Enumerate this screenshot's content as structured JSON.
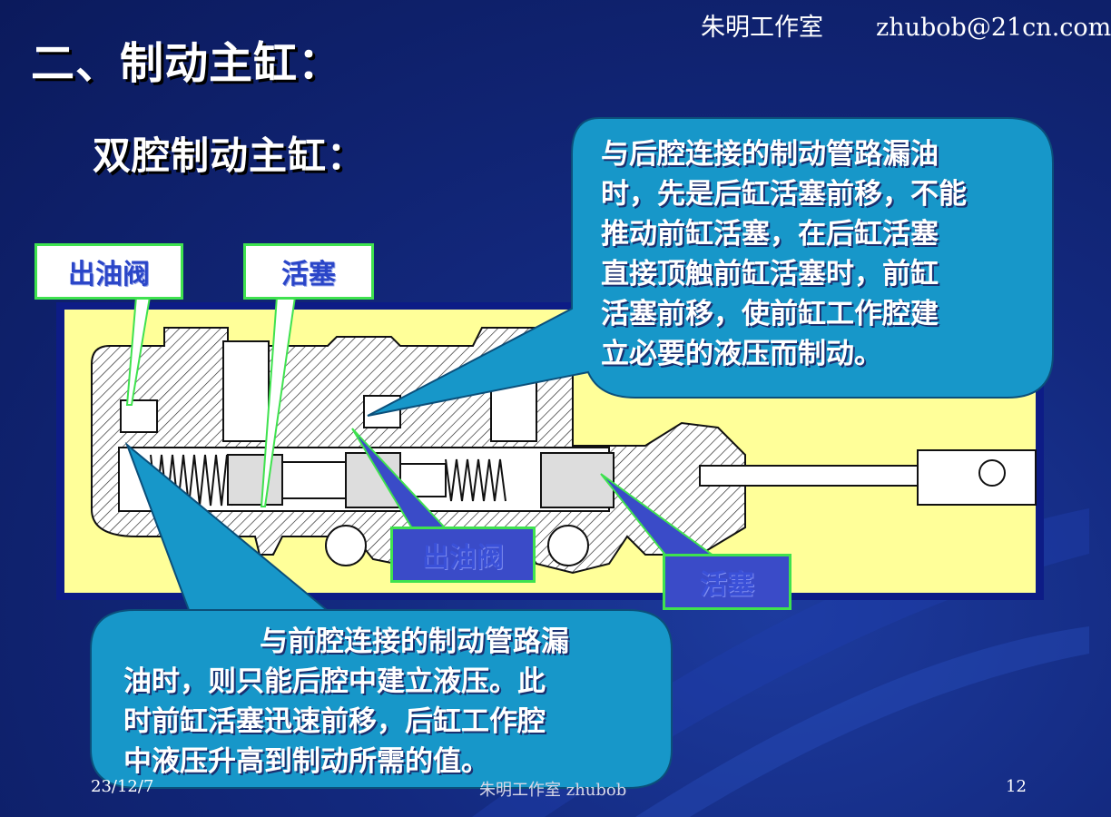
{
  "header": {
    "studio": "朱明工作室",
    "email": "zhubob@21cn.com"
  },
  "slide": {
    "title": "二、制动主缸：",
    "subtitle": "双腔制动主缸："
  },
  "labels": {
    "outlet_valve_top": "出油阀",
    "piston_top": "活塞",
    "outlet_valve_bottom": "出油阀",
    "piston_bottom": "活塞"
  },
  "callouts": {
    "rear_leak": [
      "与后腔连接的制动管路漏油",
      "时，先是后缸活塞前移，不能",
      "推动前缸活塞，在后缸活塞",
      "直接顶触前缸活塞时，前缸",
      "活塞前移，使前缸工作腔建",
      "立必要的液压而制动。"
    ],
    "front_leak": [
      "与前腔连接的制动管路漏",
      "油时，则只能后腔中建立液压。此",
      "时前缸活塞迅速前移，后缸工作腔",
      "中液压升高到制动所需的值。"
    ]
  },
  "footer": {
    "date": "23/12/7",
    "center": "朱明工作室  zhubob",
    "page": "12"
  },
  "colors": {
    "background": "#13297f",
    "diagram_background": "#ffff99",
    "callout_fill": "#1797c9",
    "label_border": "#3fe24f"
  }
}
